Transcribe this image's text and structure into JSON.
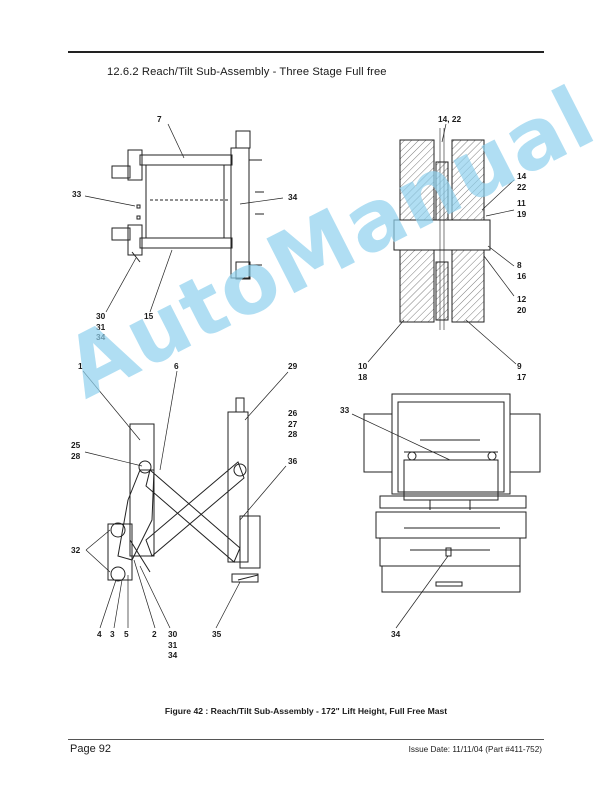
{
  "section_title": "12.6.2 Reach/Tilt Sub-Assembly - Three Stage Full free",
  "callouts": {
    "c7": "7",
    "c33_top": "33",
    "c34_top": "34",
    "c30_top": "30\n31\n34",
    "c15": "15",
    "c14_22": "14, 22",
    "c14_22_right": "14\n22",
    "c11_19": "11\n19",
    "c8_16": "8\n16",
    "c12_20": "12\n20",
    "c10_18": "10\n18",
    "c9_17": "9\n17",
    "c1": "1",
    "c6": "6",
    "c29": "29",
    "c26_27_28": "26\n27\n28",
    "c25_28": "25\n28",
    "c36": "36",
    "c32": "32",
    "c4": "4",
    "c3": "3",
    "c5": "5",
    "c2": "2",
    "c30_bottom": "30\n31\n34",
    "c35": "35",
    "c33_right": "33",
    "c34_bottom": "34"
  },
  "watermark": "AutoManual",
  "caption": "Figure  42 : Reach/Tilt Sub-Assembly - 172\" Lift Height, Full Free Mast",
  "footer": {
    "page": "Page 92",
    "issue": "Issue Date: 11/11/04 (Part #411-752)"
  }
}
